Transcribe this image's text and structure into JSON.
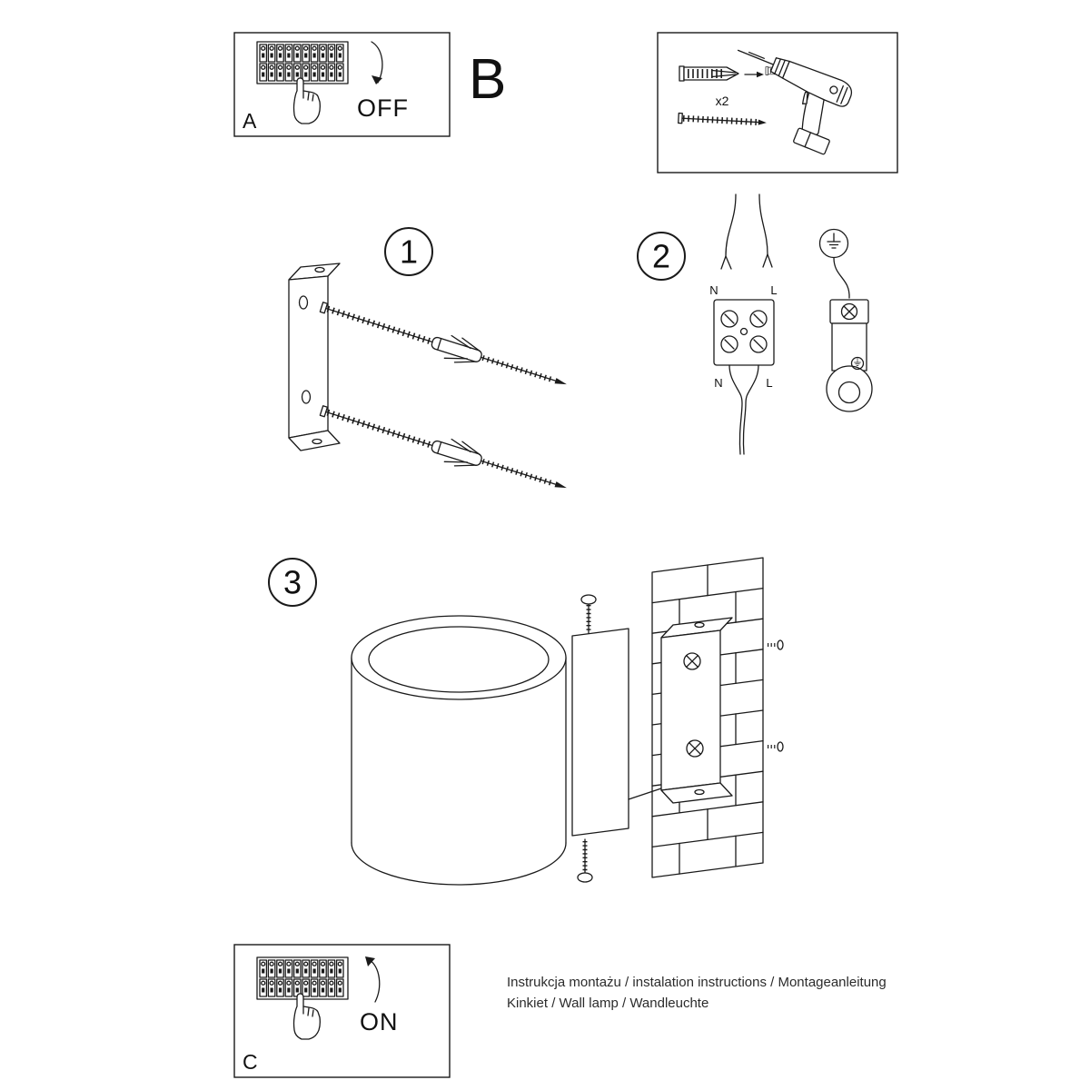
{
  "panel_a": {
    "label": "A",
    "state": "OFF"
  },
  "section_b": {
    "label": "B"
  },
  "tools_box": {
    "quantity": "x2"
  },
  "step_1": {
    "number": "1"
  },
  "step_2": {
    "number": "2",
    "n_top": "N",
    "l_top": "L",
    "n_bottom": "N",
    "l_bottom": "L"
  },
  "step_3": {
    "number": "3"
  },
  "panel_c": {
    "label": "C",
    "state": "ON"
  },
  "footer": {
    "line1": "Instrukcja montażu / instalation instructions / Montageanleitung",
    "line2": "Kinkiet / Wall lamp / Wandleuchte"
  },
  "colors": {
    "line": "#1a1a1a",
    "background": "#ffffff"
  }
}
